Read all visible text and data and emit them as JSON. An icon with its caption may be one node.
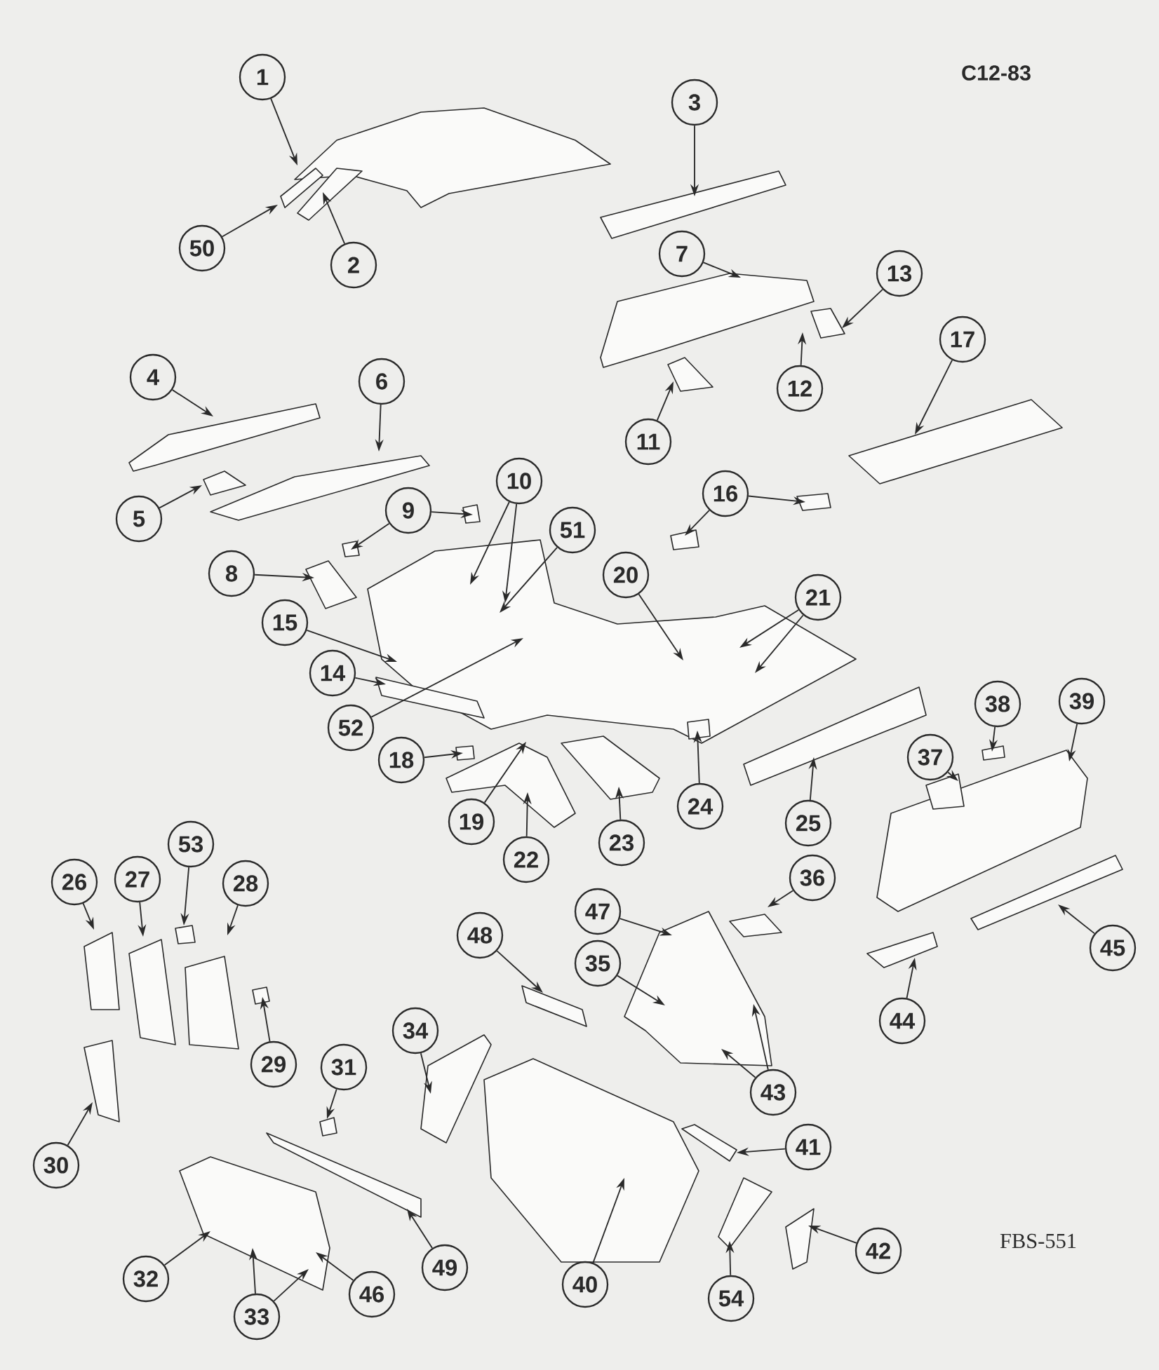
{
  "diagram": {
    "nodes": [
      {
        "text": [
          "1"
        ]
      },
      {
        "text": [
          "3"
        ]
      },
      {
        "text": [
          "50"
        ]
      },
      {
        "text": [
          "7"
        ]
      },
      {
        "text": [
          "2"
        ]
      },
      {
        "text": [
          "13"
        ]
      },
      {
        "text": [
          "17"
        ]
      },
      {
        "text": [
          "4"
        ]
      },
      {
        "text": [
          "6"
        ]
      },
      {
        "text": [
          "12"
        ]
      },
      {
        "text": [
          "11"
        ]
      },
      {
        "text": [
          "10"
        ]
      },
      {
        "text": [
          "16"
        ]
      },
      {
        "text": [
          "9"
        ]
      },
      {
        "text": [
          "5"
        ]
      },
      {
        "text": [
          "51"
        ]
      },
      {
        "text": [
          "8"
        ]
      },
      {
        "text": [
          "20"
        ]
      },
      {
        "text": [
          "21"
        ]
      },
      {
        "text": [
          "15"
        ]
      },
      {
        "text": [
          "14"
        ]
      },
      {
        "text": [
          "39"
        ]
      },
      {
        "text": [
          "38"
        ]
      },
      {
        "text": [
          "52"
        ]
      },
      {
        "text": [
          "37"
        ]
      },
      {
        "text": [
          "18"
        ]
      },
      {
        "text": [
          "24"
        ]
      },
      {
        "text": [
          "19"
        ]
      },
      {
        "text": [
          "25"
        ]
      },
      {
        "text": [
          "23"
        ]
      },
      {
        "text": [
          "53"
        ]
      },
      {
        "text": [
          "22"
        ]
      },
      {
        "text": [
          "36"
        ]
      },
      {
        "text": [
          "27"
        ]
      },
      {
        "text": [
          "26"
        ]
      },
      {
        "text": [
          "28"
        ]
      },
      {
        "text": [
          "47"
        ]
      },
      {
        "text": [
          "48"
        ]
      },
      {
        "text": [
          "45"
        ]
      },
      {
        "text": [
          "35"
        ]
      },
      {
        "text": [
          "44"
        ]
      },
      {
        "text": [
          "34"
        ]
      },
      {
        "text": [
          "29"
        ]
      },
      {
        "text": [
          "31"
        ]
      },
      {
        "text": [
          "43"
        ]
      },
      {
        "text": [
          "41"
        ]
      },
      {
        "text": [
          "30"
        ]
      },
      {
        "text": [
          "42"
        ]
      },
      {
        "text": [
          "49"
        ]
      },
      {
        "text": [
          "32"
        ]
      },
      {
        "text": [
          "40"
        ]
      },
      {
        "text": [
          "54"
        ]
      },
      {
        "text": [
          "46"
        ]
      },
      {
        "text": [
          "33"
        ]
      }
    ],
    "edges": [
      {
        "from": 0,
        "to": null,
        "arrow": "to"
      },
      {
        "from": 1,
        "to": null,
        "arrow": "to"
      },
      {
        "from": 2,
        "to": null,
        "arrow": "to"
      },
      {
        "from": 3,
        "to": null,
        "arrow": "to"
      },
      {
        "from": 4,
        "to": null,
        "arrow": "to"
      },
      {
        "from": 5,
        "to": null,
        "arrow": "to"
      },
      {
        "from": 6,
        "to": null,
        "arrow": "to"
      },
      {
        "from": 7,
        "to": null,
        "arrow": "to"
      },
      {
        "from": 8,
        "to": null,
        "arrow": "to"
      },
      {
        "from": 9,
        "to": null,
        "arrow": "to"
      },
      {
        "from": 10,
        "to": null,
        "arrow": "to"
      },
      {
        "from": 11,
        "to": null,
        "arrow": "to"
      },
      {
        "from": 11,
        "to": null,
        "arrow": "to"
      },
      {
        "from": 12,
        "to": null,
        "arrow": "to"
      },
      {
        "from": 12,
        "to": null,
        "arrow": "to"
      },
      {
        "from": 13,
        "to": null,
        "arrow": "to"
      },
      {
        "from": 13,
        "to": null,
        "arrow": "to"
      },
      {
        "from": 14,
        "to": null,
        "arrow": "to"
      },
      {
        "from": 15,
        "to": null,
        "arrow": "to"
      },
      {
        "from": 16,
        "to": null,
        "arrow": "to"
      },
      {
        "from": 17,
        "to": null,
        "arrow": "to"
      },
      {
        "from": 18,
        "to": null,
        "arrow": "to"
      },
      {
        "from": 18,
        "to": null,
        "arrow": "to"
      },
      {
        "from": 19,
        "to": null,
        "arrow": "to"
      },
      {
        "from": 20,
        "to": null,
        "arrow": "to"
      },
      {
        "from": 21,
        "to": null,
        "arrow": "to"
      },
      {
        "from": 22,
        "to": null,
        "arrow": "to"
      },
      {
        "from": 23,
        "to": null,
        "arrow": "to"
      },
      {
        "from": 24,
        "to": null,
        "arrow": "to"
      },
      {
        "from": 25,
        "to": null,
        "arrow": "to"
      },
      {
        "from": 26,
        "to": null,
        "arrow": "to"
      },
      {
        "from": 27,
        "to": null,
        "arrow": "to"
      },
      {
        "from": 28,
        "to": null,
        "arrow": "to"
      },
      {
        "from": 29,
        "to": null,
        "arrow": "to"
      },
      {
        "from": 30,
        "to": null,
        "arrow": "to"
      },
      {
        "from": 31,
        "to": null,
        "arrow": "to"
      },
      {
        "from": 32,
        "to": null,
        "arrow": "to"
      },
      {
        "from": 33,
        "to": null,
        "arrow": "to"
      },
      {
        "from": 34,
        "to": null,
        "arrow": "to"
      },
      {
        "from": 35,
        "to": null,
        "arrow": "to"
      },
      {
        "from": 36,
        "to": null,
        "arrow": "to"
      },
      {
        "from": 37,
        "to": null,
        "arrow": "to"
      },
      {
        "from": 38,
        "to": null,
        "arrow": "to"
      },
      {
        "from": 39,
        "to": null,
        "arrow": "to"
      },
      {
        "from": 40,
        "to": null,
        "arrow": "to"
      },
      {
        "from": 41,
        "to": null,
        "arrow": "to"
      },
      {
        "from": 42,
        "to": null,
        "arrow": "to"
      },
      {
        "from": 43,
        "to": null,
        "arrow": "to"
      },
      {
        "from": 44,
        "to": null,
        "arrow": "to"
      },
      {
        "from": 44,
        "to": null,
        "arrow": "to"
      },
      {
        "from": 45,
        "to": null,
        "arrow": "to"
      },
      {
        "from": 46,
        "to": null,
        "arrow": "to"
      },
      {
        "from": 47,
        "to": null,
        "arrow": "to"
      },
      {
        "from": 48,
        "to": null,
        "arrow": "to"
      },
      {
        "from": 49,
        "to": null,
        "arrow": "to"
      },
      {
        "from": 50,
        "to": null,
        "arrow": "to"
      },
      {
        "from": 51,
        "to": null,
        "arrow": "to"
      },
      {
        "from": 52,
        "to": null,
        "arrow": "to"
      },
      {
        "from": 53,
        "to": null,
        "arrow": "to"
      },
      {
        "from": 53,
        "to": null,
        "arrow": "to"
      }
    ],
    "labels": [
      "C12-83",
      "FBS-551"
    ]
  }
}
